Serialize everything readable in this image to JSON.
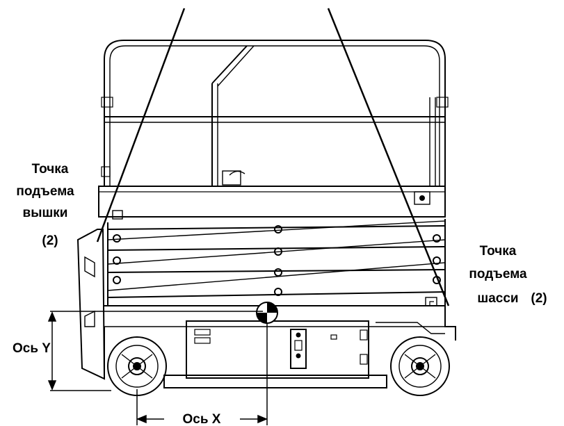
{
  "labels": {
    "platform_lift_line1": "Точка",
    "platform_lift_line2": "подъема",
    "platform_lift_line3": "вышки",
    "platform_lift_count": "(2)",
    "chassis_lift_line1": "Точка",
    "chassis_lift_line2": "подъема",
    "chassis_lift_line3": "шасси",
    "chassis_lift_count": "(2)",
    "axis_y": "Ось Y",
    "axis_x": "Ось X"
  }
}
